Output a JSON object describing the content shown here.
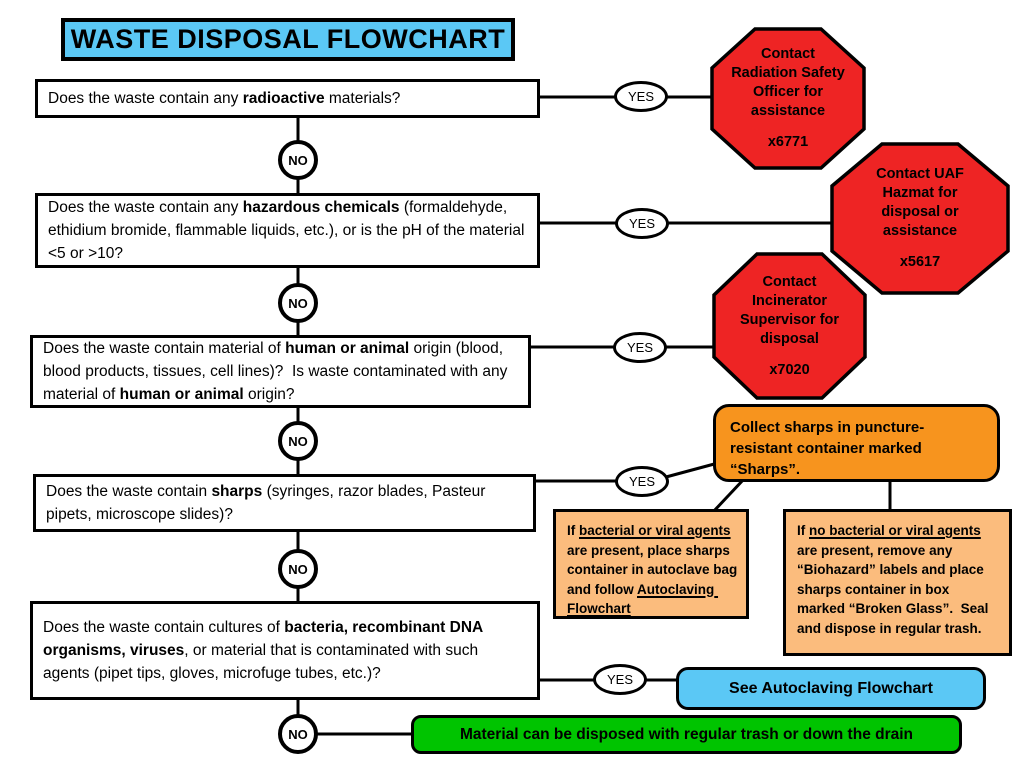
{
  "title": "WASTE DISPOSAL FLOWCHART",
  "labels": {
    "yes": "YES",
    "no": "NO"
  },
  "questions": [
    {
      "segments": [
        "Does the waste contain any ",
        "radioactive",
        " materials?"
      ]
    },
    {
      "segments": [
        "Does the waste contain any ",
        "hazardous chemicals",
        " (formaldehyde, ethidium bromide, flammable liquids, etc.), or is the pH of the material <5 or >10?"
      ]
    },
    {
      "segments": [
        "Does the waste contain material of ",
        "human or animal",
        " origin (blood, blood products, tissues, cell lines)?  Is waste contaminated with any material of ",
        "human or animal",
        " origin?"
      ]
    },
    {
      "segments": [
        "Does the waste contain ",
        "sharps",
        " (syringes, razor blades, Pasteur pipets, microscope slides)?"
      ]
    },
    {
      "segments": [
        "Does the waste contain cultures of ",
        "bacteria, recombinant DNA organisms, viruses",
        ", or material that is contaminated with such agents (pipet tips, gloves, microfuge tubes, etc.)?"
      ]
    }
  ],
  "stops": [
    {
      "text": "Contact Radiation Safety Officer for assistance",
      "ext": "x6771"
    },
    {
      "text": "Contact UAF Hazmat for disposal or assistance",
      "ext": "x5617"
    },
    {
      "text": "Contact Incinerator Supervisor for disposal",
      "ext": "x7020"
    }
  ],
  "sharps_note": "Collect sharps in puncture-resistant container marked “Sharps”.",
  "bacterial_note": {
    "segments": [
      "If ",
      "bacterial or viral agents",
      " are present, place sharps container in autoclave bag and follow ",
      "Autoclaving Flowchart"
    ]
  },
  "no_bacterial_note": {
    "segments": [
      "If ",
      "no bacterial or viral agents",
      " are present, remove any “Biohazard” labels and place sharps container in box marked “Broken Glass”.  Seal and dispose in regular trash."
    ]
  },
  "outcomes": {
    "autoclave": "See Autoclaving Flowchart",
    "trash": "Material can be disposed with regular trash or down the drain"
  },
  "colors": {
    "title_bg": "#5bc8f5",
    "stop_bg": "#ee2424",
    "sharps_bg": "#f7941e",
    "note_bg": "#fbbc7d",
    "outcome_blue": "#5bc8f5",
    "outcome_green": "#00c400"
  }
}
